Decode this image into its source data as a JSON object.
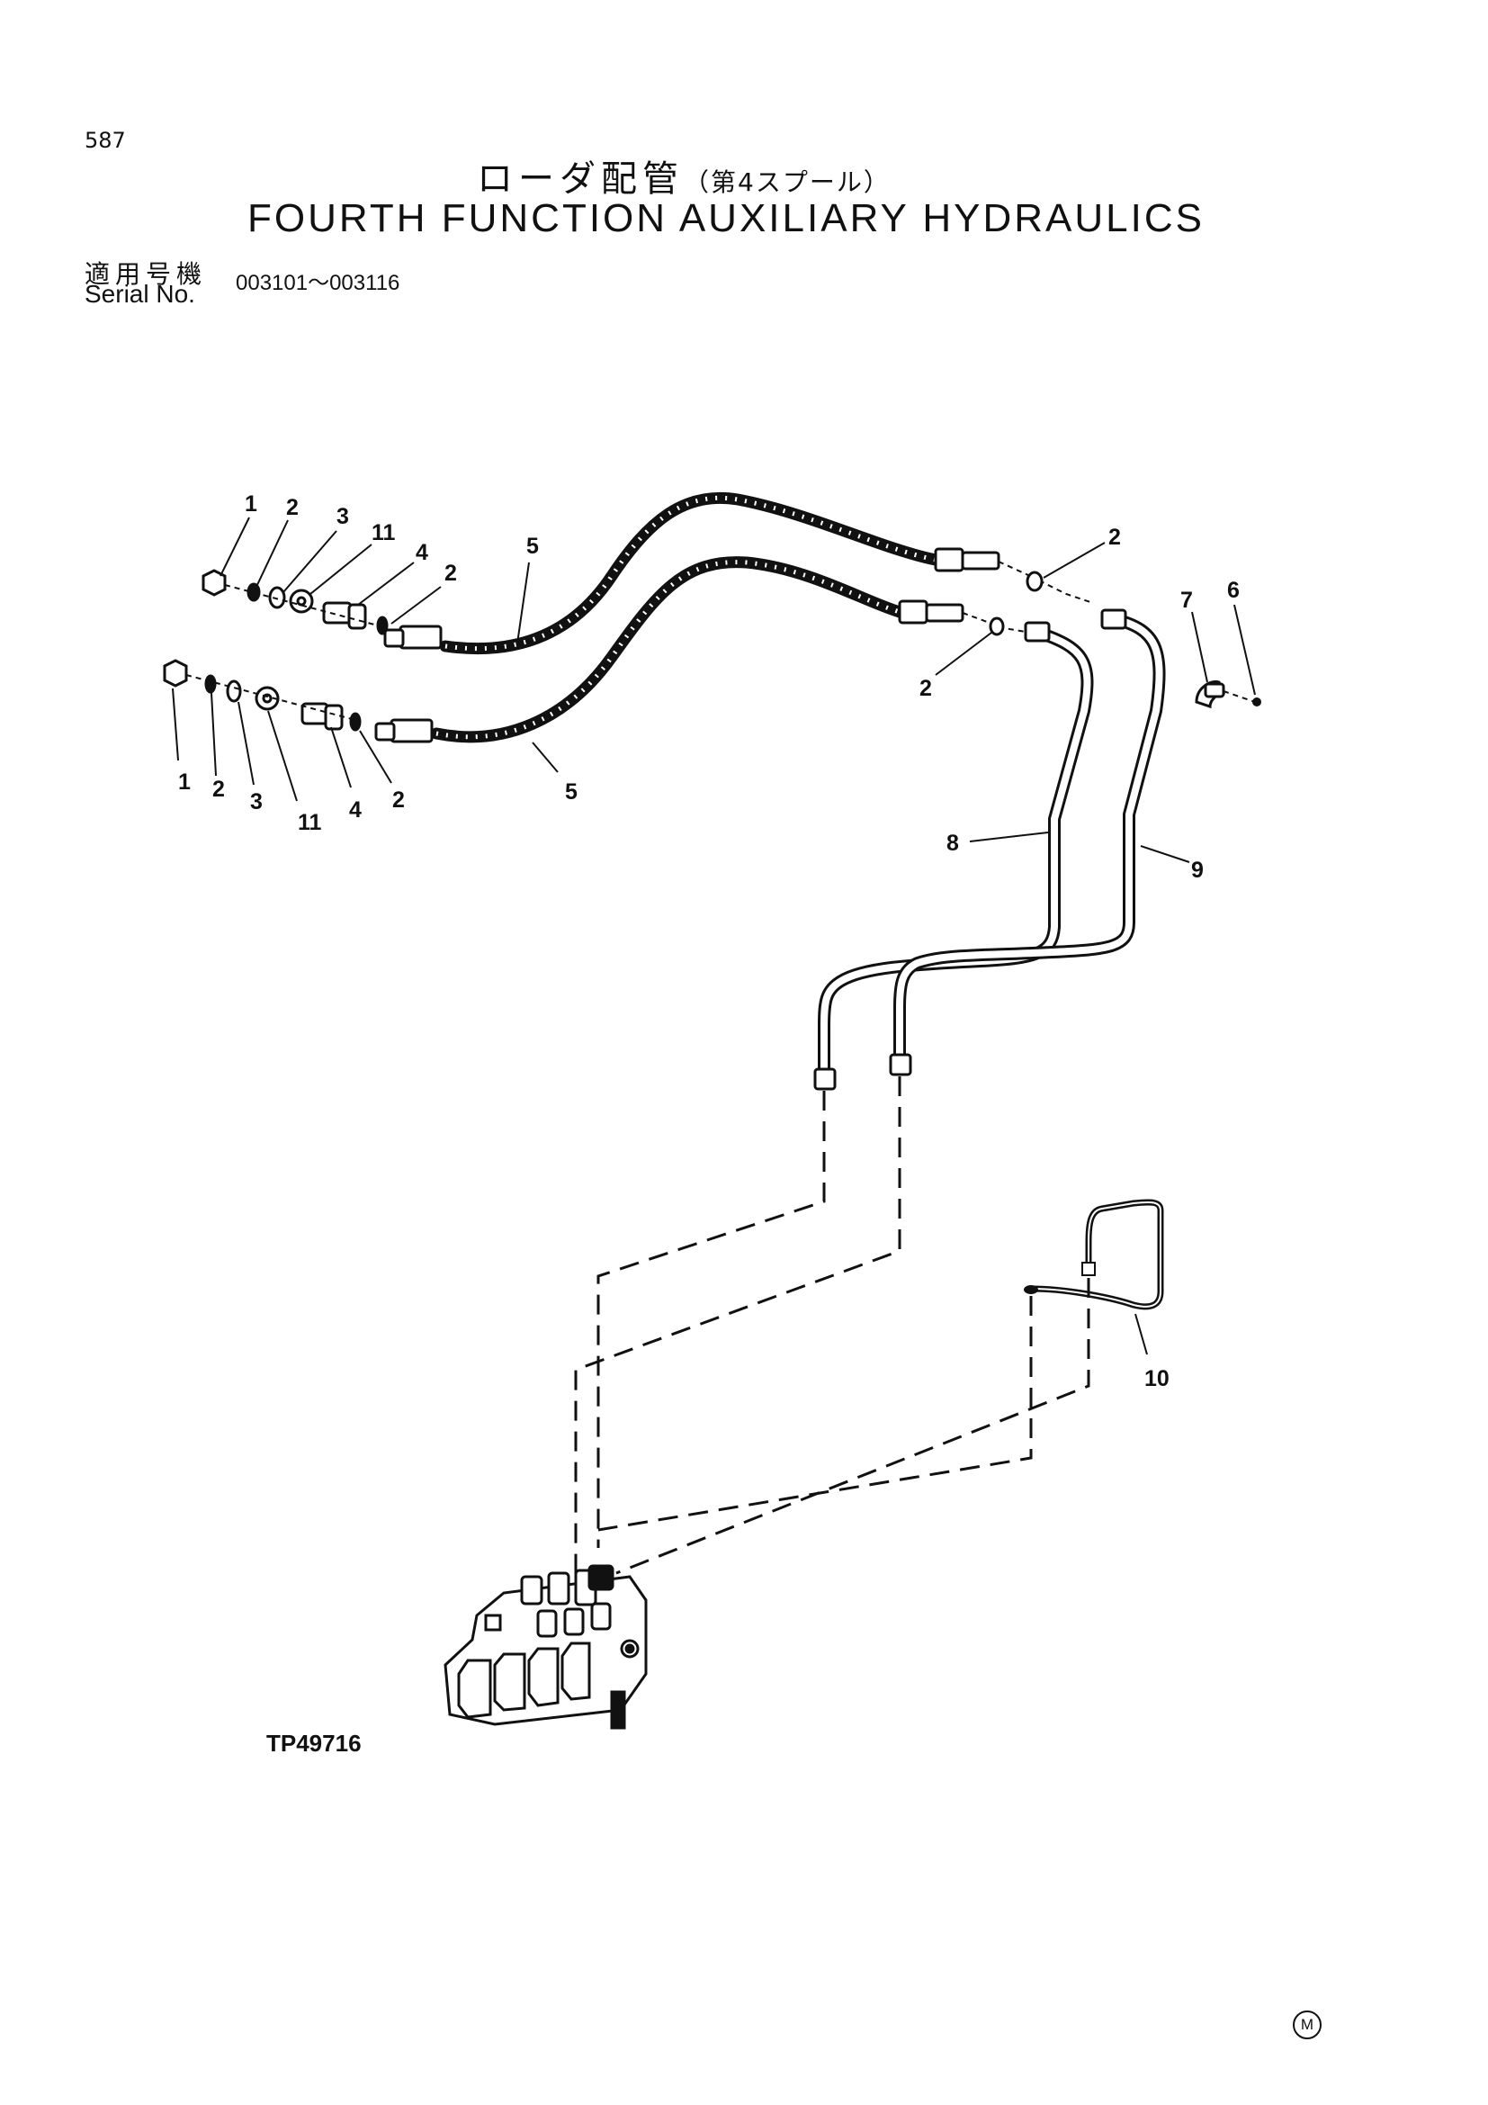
{
  "header": {
    "page_number": "587",
    "title_jp": "ローダ配管",
    "title_jp_sub": "（第4スプール）",
    "title_en": "FOURTH FUNCTION AUXILIARY HYDRAULICS",
    "serial_label_jp": "適用号機",
    "serial_label_en": "Serial No.",
    "serial_range": "003101～003116"
  },
  "diagram": {
    "figure_code": "TP49716",
    "mark": "M",
    "callouts": {
      "c1a": "1",
      "c2a": "2",
      "c3a": "3",
      "c11a": "11",
      "c4a": "4",
      "c2b": "2",
      "c5a": "5",
      "c1b": "1",
      "c2c": "2",
      "c3b": "3",
      "c11b": "11",
      "c4b": "4",
      "c2d": "2",
      "c5b": "5",
      "c2e": "2",
      "c2f": "2",
      "c7": "7",
      "c6": "6",
      "c8": "8",
      "c9": "9",
      "c10": "10"
    }
  }
}
